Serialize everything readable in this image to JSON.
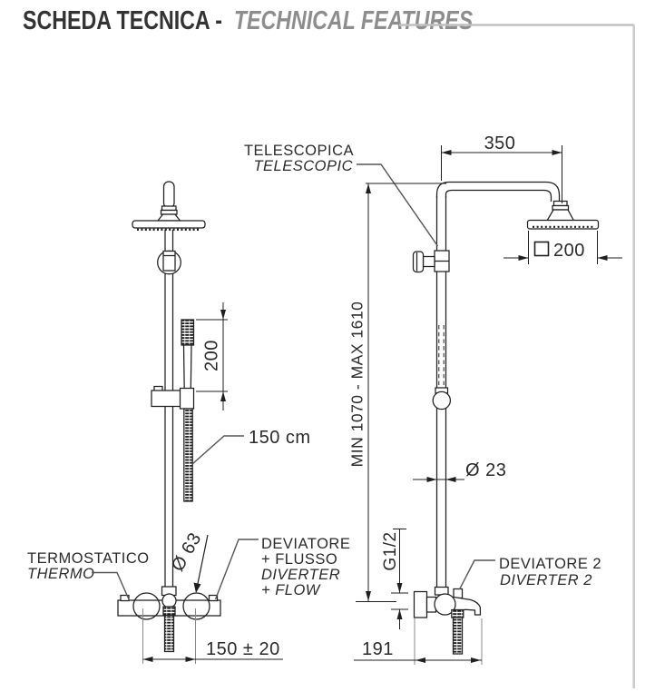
{
  "header": {
    "title_primary": "SCHEDA TECNICA -",
    "title_secondary": "TECHNICAL FEATURES"
  },
  "colors": {
    "line": "#1f1f1f",
    "leader": "#555555",
    "frame_gray": "#c6c6c6",
    "title_primary": "#333333",
    "title_secondary": "#8d8d8d"
  },
  "left_drawing": {
    "handshower_length_label": "200",
    "hose_length_label": "150 cm",
    "thermostatic_label_it": "TERMOSTATICO",
    "thermostatic_label_en": "THERMO",
    "body_diameter_label": "Ø 63",
    "diverter_label_it_1": "DEVIATORE",
    "diverter_label_it_2": "+ FLUSSO",
    "diverter_label_en_1": "DIVERTER",
    "diverter_label_en_2": "+ FLOW",
    "inlet_distance_label": "150 ± 20"
  },
  "right_drawing": {
    "telescopic_label_it": "TELESCOPICA",
    "telescopic_label_en": "TELESCOPIC",
    "arm_length_label": "350",
    "head_size_label": "200",
    "height_range_label": "MIN 1070 - MAX 1610",
    "pipe_diameter_label": "Ø 23",
    "thread_size_label": "G1/2",
    "diverter2_label_it": "DEVIATORE 2",
    "diverter2_label_en": "DIVERTER 2",
    "wall_to_spout_label": "191"
  }
}
